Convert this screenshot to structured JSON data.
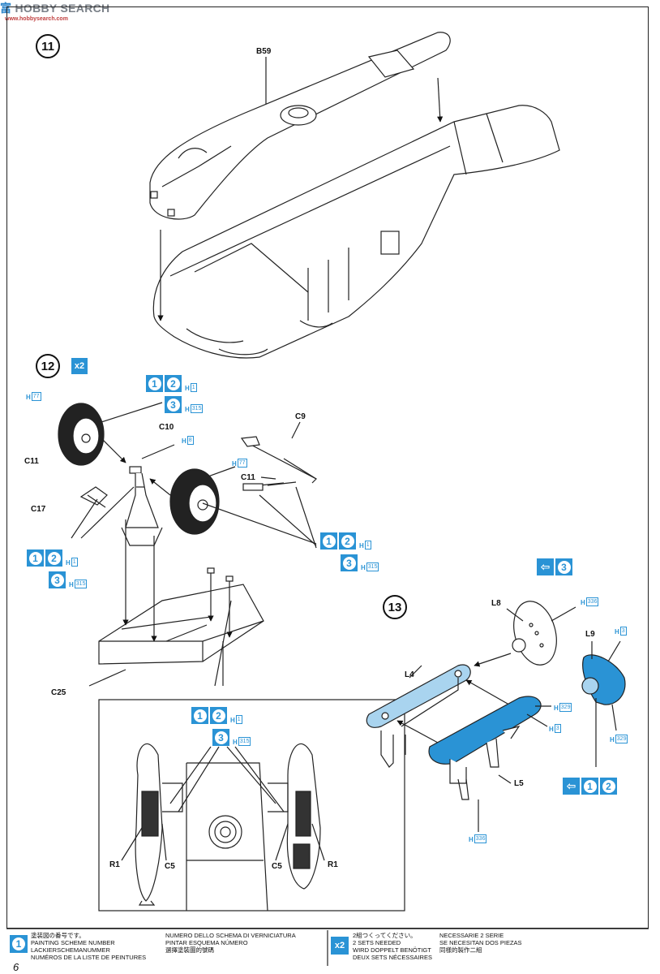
{
  "watermark": {
    "brand": "HOBBY SEARCH",
    "logo_text": "富",
    "sub": "www.hobbysearch.com"
  },
  "steps": {
    "s11": {
      "number": "11",
      "part": "B59"
    },
    "s12": {
      "number": "12",
      "multiplier": "x2",
      "parts": [
        "C11",
        "C10",
        "C9",
        "C17",
        "C11",
        "C25",
        "R1",
        "C5",
        "C5",
        "R1"
      ]
    },
    "s13": {
      "number": "13",
      "parts": [
        "L8",
        "L9",
        "L4",
        "L5"
      ]
    }
  },
  "colors": {
    "accent": "#2a93d5",
    "refs": {
      "h1": {
        "letter": "H",
        "num": "1"
      },
      "h315": {
        "letter": "H",
        "num": "315"
      },
      "h77": {
        "letter": "H",
        "num": "77"
      },
      "h8": {
        "letter": "H",
        "num": "8"
      },
      "h336": {
        "letter": "H",
        "num": "336"
      },
      "h3": {
        "letter": "H",
        "num": "3"
      },
      "h329": {
        "letter": "H",
        "num": "329"
      }
    },
    "schemes": {
      "one": "1",
      "two": "2",
      "three": "3"
    }
  },
  "legend": {
    "scheme_ja": "塗装図の番号です。",
    "scheme_en": "PAINTING SCHEME NUMBER",
    "scheme_de": "LACKIERSCHEMANUMMER",
    "scheme_fr": "NUMÉROS DE LA LISTE DE PEINTURES",
    "scheme_it": "NUMERO DELLO SCHEMA DI VERNICIATURA",
    "scheme_es": "PINTAR ESQUEMA NÚMERO",
    "scheme_cn": "選擇塗裝圖的號碼",
    "x2_label": "x2",
    "x2_ja": "2組つくってください。",
    "x2_en": "2 SETS NEEDED",
    "x2_de": "WIRD DOPPELT BENÖTIGT",
    "x2_fr": "DEUX SETS NÉCESSAIRES",
    "x2_it": "NECESSARIE 2 SERIE",
    "x2_es": "SE NECESITAN DOS PIEZAS",
    "x2_cn": "同樣的製作二組"
  },
  "page_number": "6"
}
